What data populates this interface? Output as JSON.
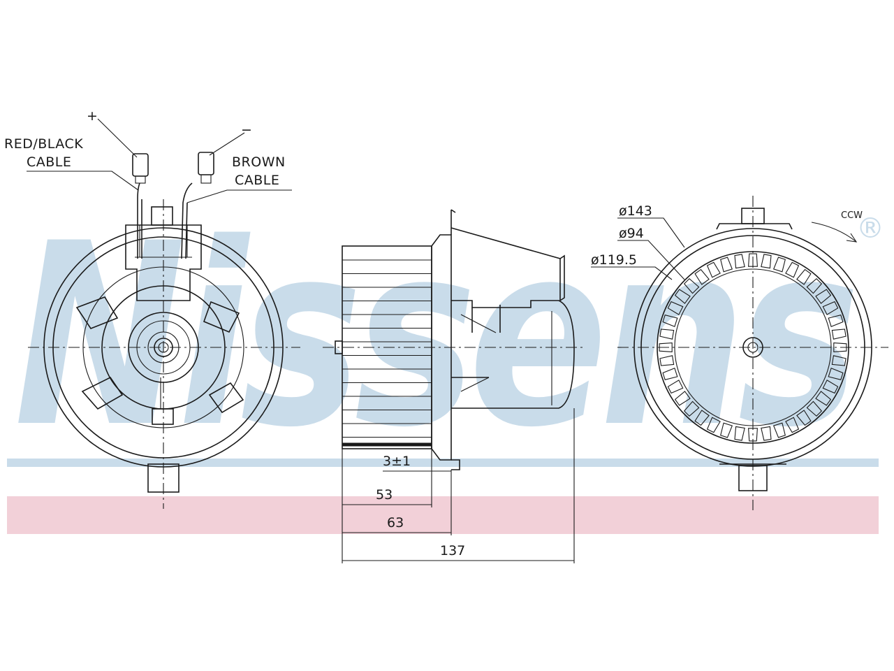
{
  "watermark": {
    "brand": "Nissens",
    "registered_mark": "®",
    "stripe_colors": {
      "blue": "#c9dcea",
      "red": "#f2d0d8"
    }
  },
  "left_view": {
    "positive_sign": "+",
    "negative_sign": "−",
    "positive_cable": {
      "line1": "RED/BLACK",
      "line2": "CABLE"
    },
    "negative_cable": {
      "line1": "BROWN",
      "line2": "CABLE"
    }
  },
  "side_view": {
    "dim_small": "3±1",
    "dim_53": "53",
    "dim_63": "63",
    "dim_137": "137"
  },
  "right_view": {
    "rotation": "CCW",
    "dia_outer": "ø143",
    "dia_inner": "ø94",
    "dia_mid": "ø119.5"
  }
}
